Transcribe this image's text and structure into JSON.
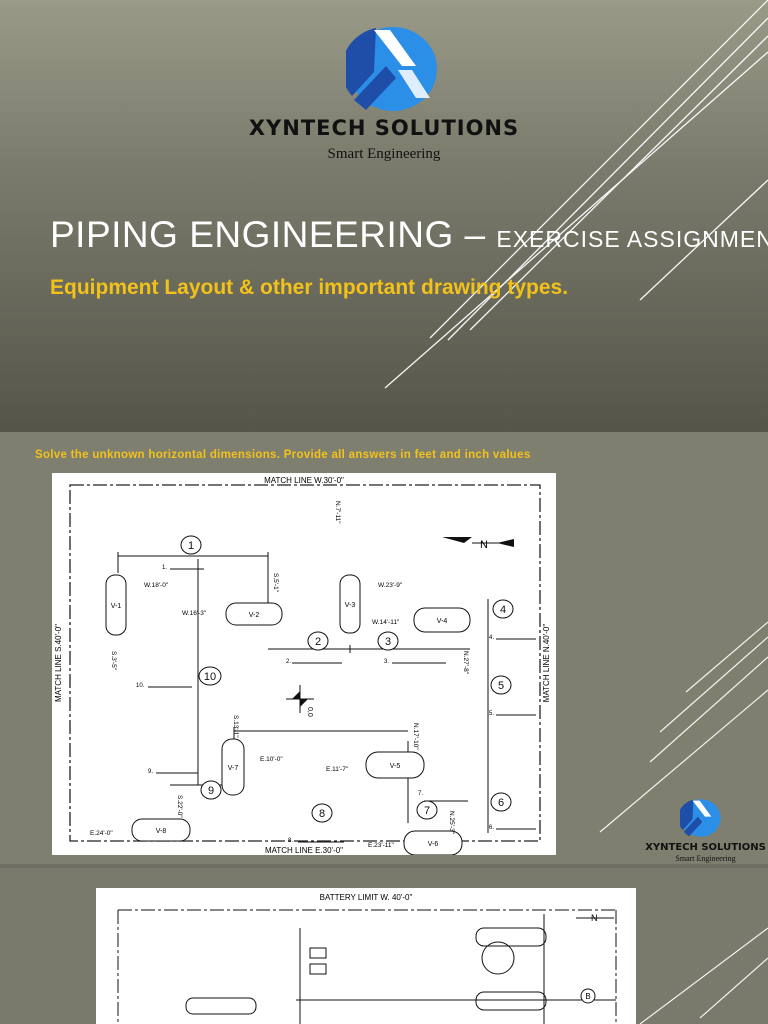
{
  "brand": {
    "name": "XYNTECH SOLUTIONS",
    "tagline": "Smart Engineering"
  },
  "slide1": {
    "title_main": "Piping Engineering –",
    "title_suffix": "Exercise Assignment",
    "subtitle": "Equipment Layout & other important drawing types."
  },
  "slide2": {
    "instruction": "Solve the unknown horizontal dimensions. Provide all answers in feet and inch values",
    "drawing": {
      "match_top": "MATCH LINE W.30'-0\"",
      "match_bottom": "MATCH LINE E.30'-0\"",
      "match_left": "MATCH LINE S.40'-0\"",
      "match_right": "MATCH LINE N.40'-0\"",
      "north": "N",
      "origin": "0,0",
      "circles": [
        "1",
        "2",
        "3",
        "4",
        "5",
        "6",
        "7",
        "8",
        "9",
        "10"
      ],
      "answers": [
        "1.",
        "2.",
        "3.",
        "4.",
        "5.",
        "6.",
        "7.",
        "8.",
        "9.",
        "10."
      ],
      "vessels": {
        "v1": "V-1",
        "v2": "V-2",
        "v3": "V-3",
        "v4": "V-4",
        "v5": "V-5",
        "v6": "V-6",
        "v7": "V-7",
        "v8": "V-8"
      },
      "dims": {
        "w18": "W.18'-0\"",
        "w16": "W.16'-3\"",
        "n7": "N.7'-11\"",
        "w23": "W.23'-9\"",
        "s5a": "S.5'-1\"",
        "w14": "W.14'-11\"",
        "s3": "S.3'-5\"",
        "n27": "N.27'-8\"",
        "s13": "S.13'-1\"",
        "e10": "E.10'-0\"",
        "e11": "E.11'-7\"",
        "n17": "N.17'-10\"",
        "s22": "S.22'-0\"",
        "e24": "E.24'-0\"",
        "e23": "E.23'-11\"",
        "n25": "N.25'-3\""
      }
    }
  },
  "slide3": {
    "battery_limit": "BATTERY LIMIT  W. 40'-0\"",
    "north": "N",
    "callout": "B"
  },
  "colors": {
    "accent_yellow": "#f2c21b",
    "logo_blue_dark": "#1f4ea8",
    "logo_blue_light": "#2b8fe8"
  }
}
